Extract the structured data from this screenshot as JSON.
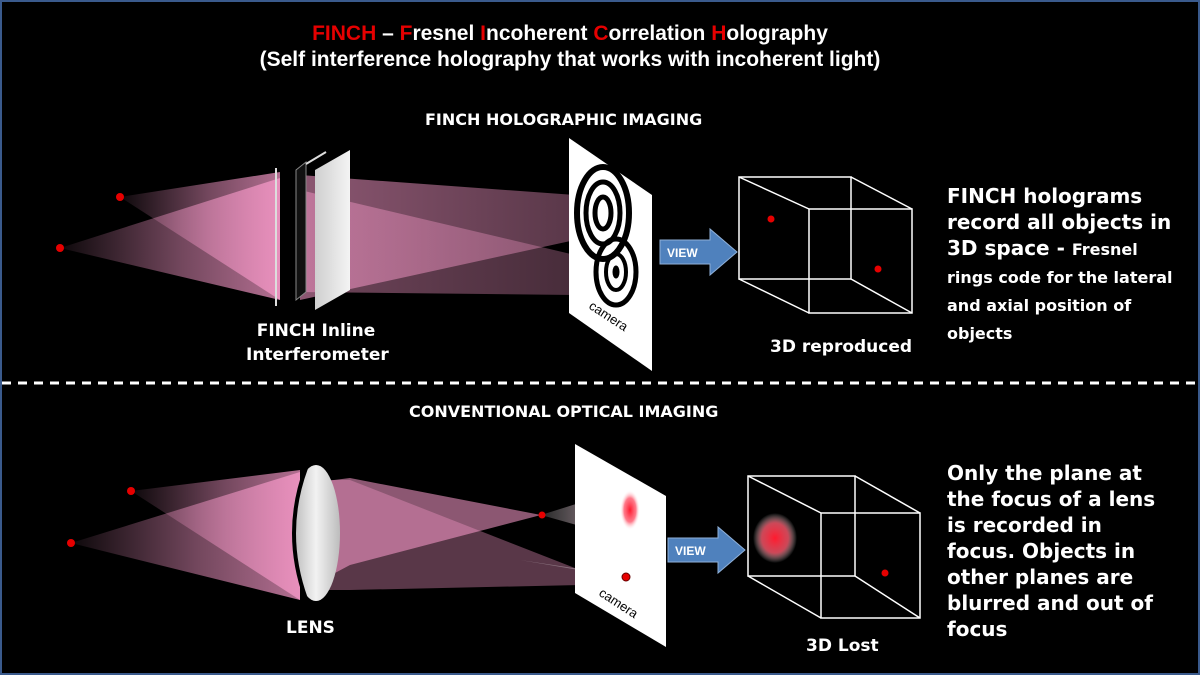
{
  "title": {
    "finch": "FINCH",
    "dash": " – ",
    "words": [
      {
        "initial": "F",
        "rest": "resnel "
      },
      {
        "initial": "I",
        "rest": "ncoherent "
      },
      {
        "initial": "C",
        "rest": "orrelation "
      },
      {
        "initial": "H",
        "rest": "olography"
      }
    ],
    "subtitle": "(Self interference holography that works with incoherent light)"
  },
  "finch_section": {
    "heading": "FINCH HOLOGRAPHIC IMAGING",
    "interferometer_label_1": "FINCH Inline",
    "interferometer_label_2": "Interferometer",
    "camera_label": "camera",
    "view_label": "VIEW",
    "result_label": "3D reproduced",
    "description_big": "FINCH holograms record all objects in 3D space - ",
    "description_small": "Fresnel rings code for the lateral and axial position of objects"
  },
  "conventional_section": {
    "heading": "CONVENTIONAL OPTICAL IMAGING",
    "lens_label": "LENS",
    "camera_label": "camera",
    "view_label": "VIEW",
    "result_label": "3D Lost",
    "description": "Only the plane at the  focus of a lens is recorded in focus. Objects in other planes are blurred and out of focus"
  },
  "colors": {
    "background": "#000000",
    "accent_red": "#e60000",
    "beam_pink": "#ff9ecf",
    "arrow_blue": "#4f81bd",
    "frame_blue": "#3a5a8c"
  }
}
